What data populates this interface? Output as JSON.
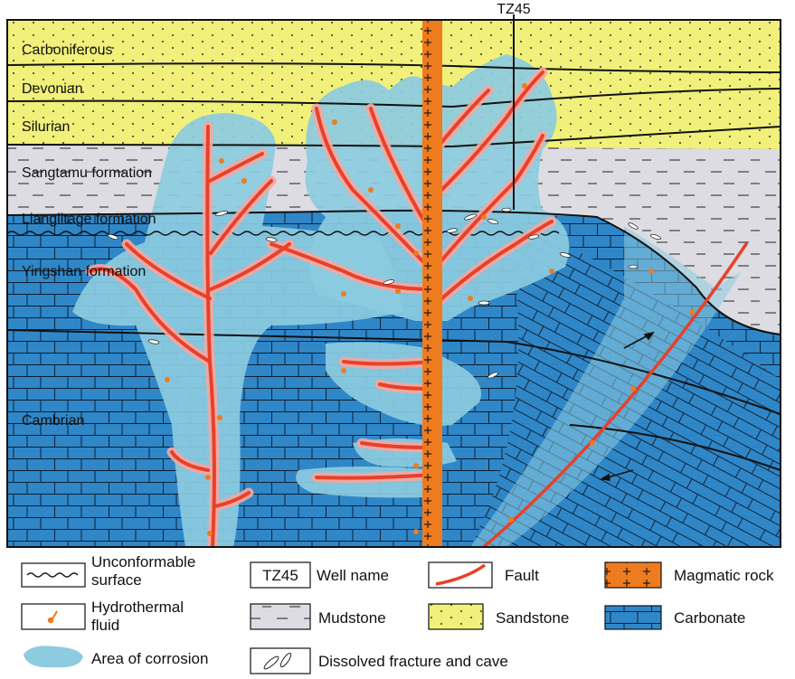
{
  "well": {
    "name": "TZ45"
  },
  "layers": {
    "carboniferous": "Carboniferous",
    "devonian": "Devonian",
    "silurian": "Silurian",
    "sangtamu": "Sangtamu formation",
    "lianglitage": "Lianglitage formation",
    "yingshan": "Yingshan formation",
    "cambrian": "Cambrian"
  },
  "legend": {
    "unconformable": "Unconformable\nsurface",
    "well_box": "TZ45",
    "well_name": "Well name",
    "fault": "Fault",
    "magmatic": "Magmatic rock",
    "hydrothermal": "Hydrothermal\nfluid",
    "mudstone": "Mudstone",
    "sandstone": "Sandstone",
    "carbonate": "Carbonate",
    "corrosion": "Area of corrosion",
    "dissolved": "Dissolved fracture and cave"
  },
  "colors": {
    "sandstone": "#f0f07a",
    "mudstone": "#dcdce2",
    "carbonate": "#2f87c8",
    "corrosion": "#8ccbe0",
    "fault": "#e8402a",
    "halo": "#f5a8a0",
    "magmatic": "#ef7b1f"
  }
}
